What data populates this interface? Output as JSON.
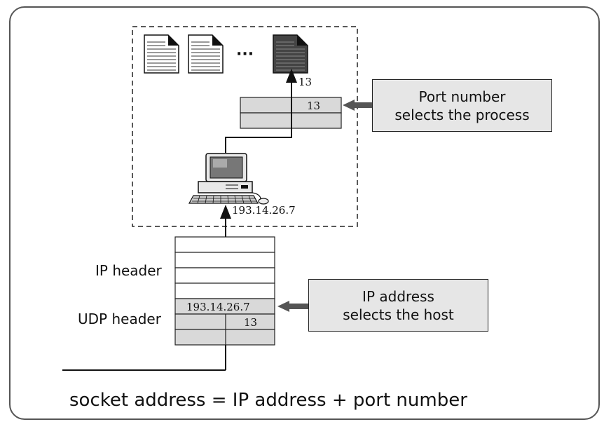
{
  "labels": {
    "ip_header": "IP header",
    "udp_header": "UDP header",
    "ip_address_packet": "193.14.26.7",
    "port_packet": "13",
    "host_ip": "193.14.26.7",
    "port_table": "13",
    "port_arrow": "13",
    "ellipsis": "···"
  },
  "callouts": {
    "port": {
      "line1": "Port number",
      "line2": "selects the process"
    },
    "ip": {
      "line1": "IP address",
      "line2": "selects the host"
    }
  },
  "footer": {
    "text": "socket address = IP address + port number"
  },
  "colors": {
    "callout_fill": "#e6e6e6",
    "row_fill": "#d9d9d9",
    "selected_doc": "#444444",
    "arrow_fill": "#555555"
  }
}
